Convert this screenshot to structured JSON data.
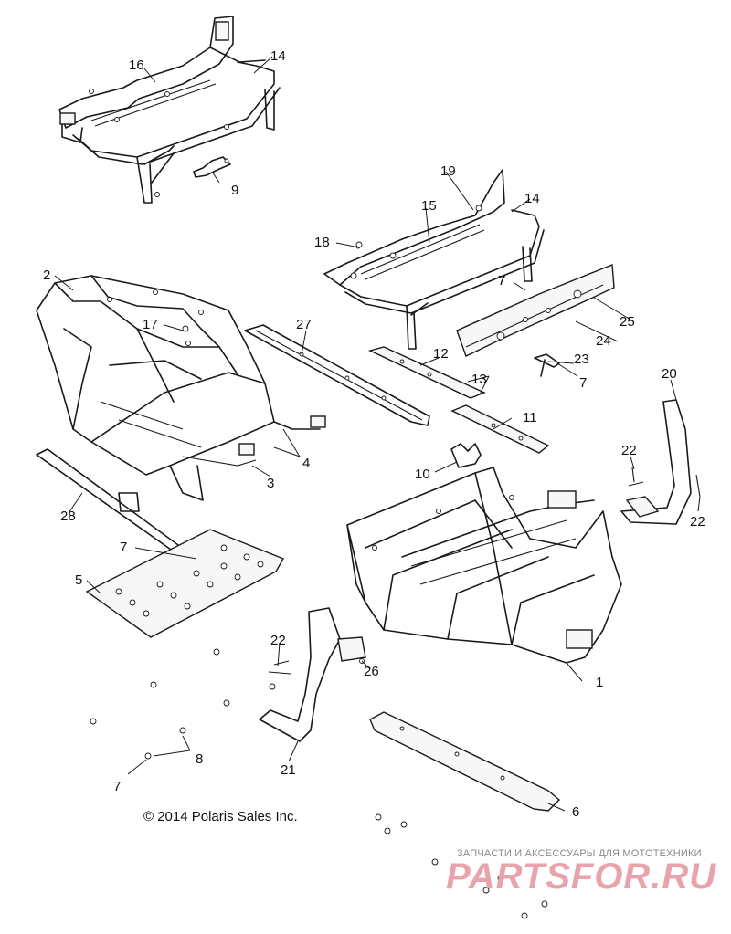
{
  "callouts": [
    "1",
    "2",
    "3",
    "4",
    "5",
    "6",
    "7",
    "7",
    "7",
    "7",
    "7",
    "8",
    "9",
    "10",
    "11",
    "12",
    "13",
    "14",
    "14",
    "15",
    "16",
    "17",
    "18",
    "19",
    "20",
    "21",
    "22",
    "22",
    "22",
    "23",
    "24",
    "25",
    "26",
    "27",
    "28"
  ],
  "copyright": "© 2014 Polaris Sales Inc.",
  "watermark": {
    "tagline": "ЗАПЧАСТИ И АКСЕССУАРЫ ДЛЯ МОТОТЕХНИКИ",
    "brand": "PARTSFOR.RU"
  },
  "colors": {
    "line": "#1a1a1a",
    "watermark": "#e8a3ab"
  }
}
